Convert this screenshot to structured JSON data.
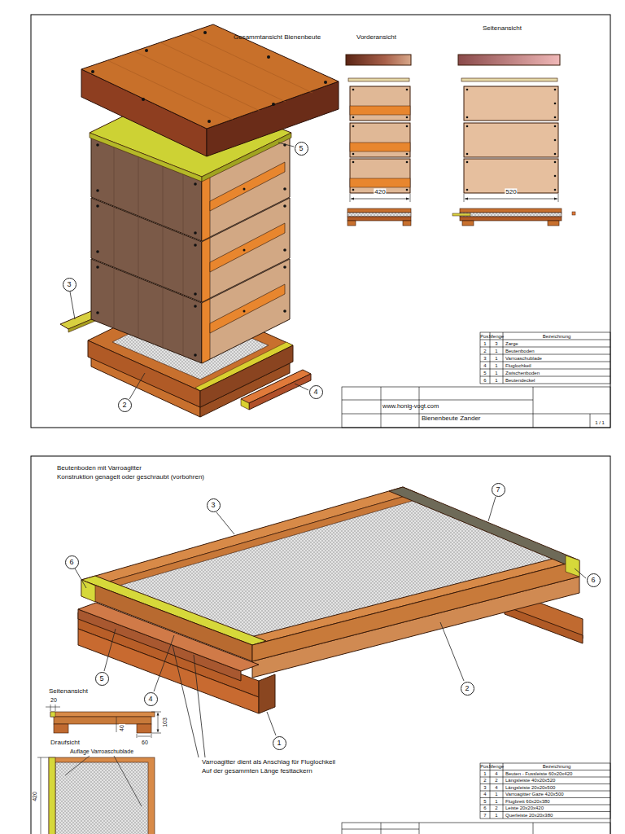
{
  "diagram": {
    "nodes": [
      {
        "text": [
          "5"
        ]
      },
      {
        "text": [
          "3"
        ]
      },
      {
        "text": [
          "4"
        ]
      },
      {
        "text": [
          "2"
        ]
      },
      {
        "text": [
          "7"
        ]
      },
      {
        "text": [
          "3"
        ]
      },
      {
        "text": [
          "6"
        ]
      },
      {
        "text": [
          "6"
        ]
      },
      {
        "text": [
          "5"
        ]
      },
      {
        "text": [
          "2"
        ]
      },
      {
        "text": [
          "4"
        ]
      },
      {
        "text": [
          "1"
        ]
      }
    ],
    "labels": [
      "Gesammtansicht Bienenbeute",
      "Vorderansicht",
      "Seitenansicht",
      "420",
      "520",
      "Pos.",
      "Menge",
      "Bezeichnung",
      "1",
      "3",
      "Zarge",
      "2",
      "1",
      "Beutenboden",
      "3",
      "1",
      "Varroaschublade",
      "4",
      "1",
      "Fluglochkeil",
      "5",
      "1",
      "Zwischenboden",
      "6",
      "1",
      "Beutendeckel",
      "www.honig-vogt.com",
      "Bienenbeute Zander",
      "1 / 1",
      "Beutenboden mit Varroagitter",
      "Konstruktion genagelt oder geschraubt (vorbohren)",
      "Seitenansicht",
      "20",
      "40",
      "103",
      "60",
      "Draufsicht",
      "Auflage Varroaschublade",
      "420",
      "Varroagitter dient als Anschlag für Fluglochkeil",
      "Auf der gesammten Länge festtackern",
      "Pos.",
      "Menge",
      "Bezeichnung",
      "1",
      "4",
      "Beuten - Fussleiste 60x20x420",
      "2",
      "2",
      "Längsleiste 40x20x520",
      "3",
      "4",
      "Längsleiste 20x20x500",
      "4",
      "1",
      "Varroagitter Gaze 420x500",
      "5",
      "1",
      "Flugbrett 60x20x380",
      "6",
      "2",
      "Leiste 20x20x420",
      "7",
      "1",
      "Querleiste 20x20x380"
    ]
  }
}
